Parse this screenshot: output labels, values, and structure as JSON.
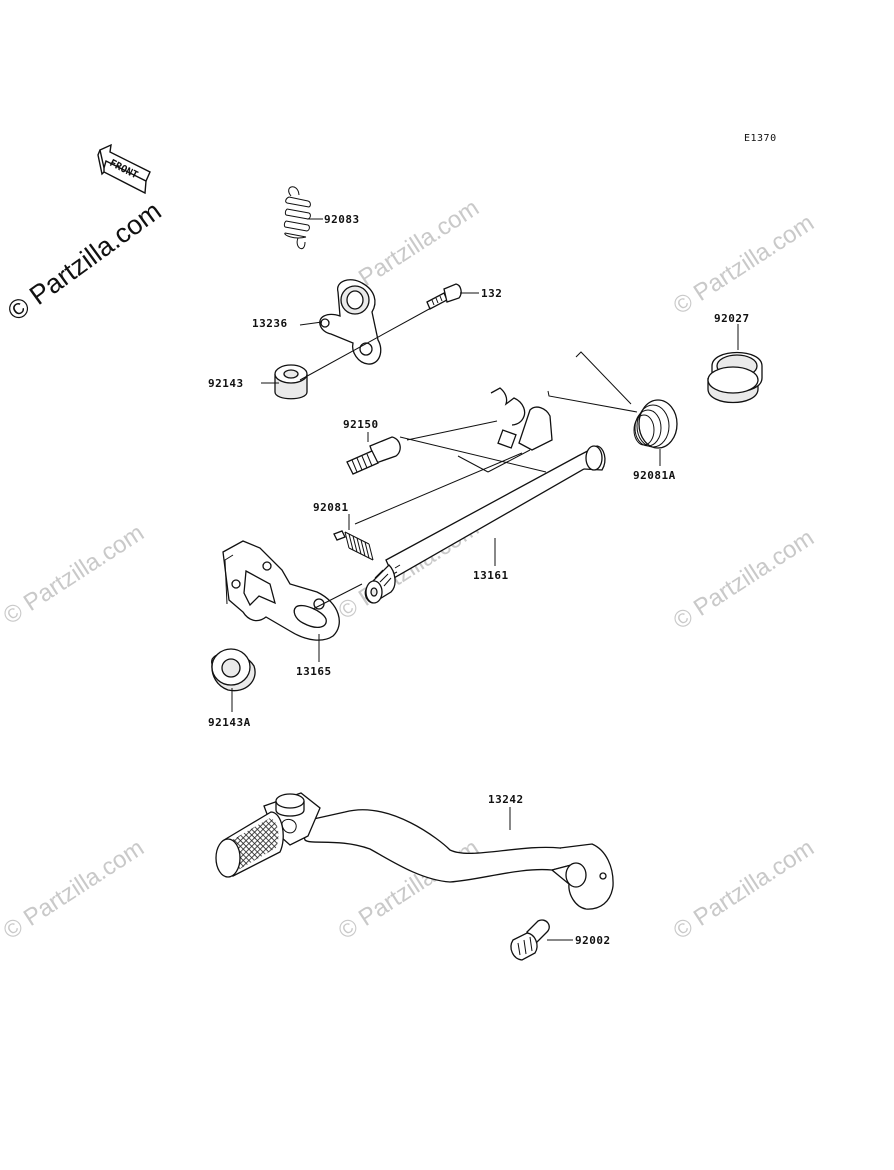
{
  "diagram_code": "E1370",
  "front_label": "FRONT",
  "brand_watermark": "© Partzilla.com",
  "faded_watermark": "© Partzilla.com",
  "parts": [
    {
      "number": "92083"
    },
    {
      "number": "132"
    },
    {
      "number": "13236"
    },
    {
      "number": "92143"
    },
    {
      "number": "92027"
    },
    {
      "number": "92150"
    },
    {
      "number": "92081A"
    },
    {
      "number": "92081"
    },
    {
      "number": "13161"
    },
    {
      "number": "13165"
    },
    {
      "number": "92143A"
    },
    {
      "number": "13242"
    },
    {
      "number": "92002"
    }
  ]
}
